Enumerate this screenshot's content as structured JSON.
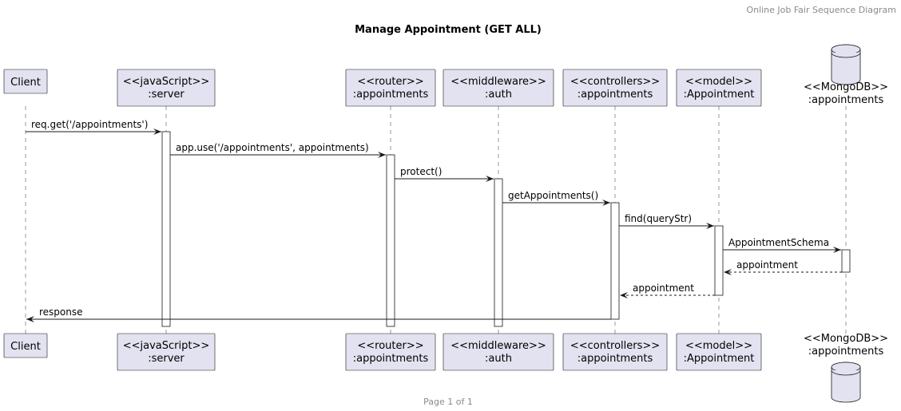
{
  "header": "Online Job Fair Sequence Diagram",
  "title": "Manage Appointment (GET ALL)",
  "footer": "Page 1 of 1",
  "participants": [
    {
      "id": "client",
      "lines": [
        "Client"
      ],
      "kind": "box"
    },
    {
      "id": "server",
      "lines": [
        "<<javaScript>>",
        ":server"
      ],
      "kind": "box"
    },
    {
      "id": "router",
      "lines": [
        "<<router>>",
        ":appointments"
      ],
      "kind": "box"
    },
    {
      "id": "middleware",
      "lines": [
        "<<middleware>>",
        ":auth"
      ],
      "kind": "box"
    },
    {
      "id": "controllers",
      "lines": [
        "<<controllers>>",
        ":appointments"
      ],
      "kind": "box"
    },
    {
      "id": "model",
      "lines": [
        "<<model>>",
        ":Appointment"
      ],
      "kind": "box"
    },
    {
      "id": "mongodb",
      "lines": [
        "<<MongoDB>>",
        ":appointments"
      ],
      "kind": "database"
    }
  ],
  "messages": [
    {
      "from": "client",
      "to": "server",
      "label": "req.get('/appointments')",
      "style": "solid"
    },
    {
      "from": "server",
      "to": "router",
      "label": "app.use('/appointments', appointments)",
      "style": "solid"
    },
    {
      "from": "router",
      "to": "middleware",
      "label": "protect()",
      "style": "solid"
    },
    {
      "from": "middleware",
      "to": "controllers",
      "label": "getAppointments()",
      "style": "solid"
    },
    {
      "from": "controllers",
      "to": "model",
      "label": "find(queryStr)",
      "style": "solid"
    },
    {
      "from": "model",
      "to": "mongodb",
      "label": "AppointmentSchema",
      "style": "solid"
    },
    {
      "from": "mongodb",
      "to": "model",
      "label": "appointment",
      "style": "dashed"
    },
    {
      "from": "model",
      "to": "controllers",
      "label": "appointment",
      "style": "dashed"
    },
    {
      "from": "controllers",
      "to": "client",
      "label": "response",
      "style": "solid"
    }
  ]
}
